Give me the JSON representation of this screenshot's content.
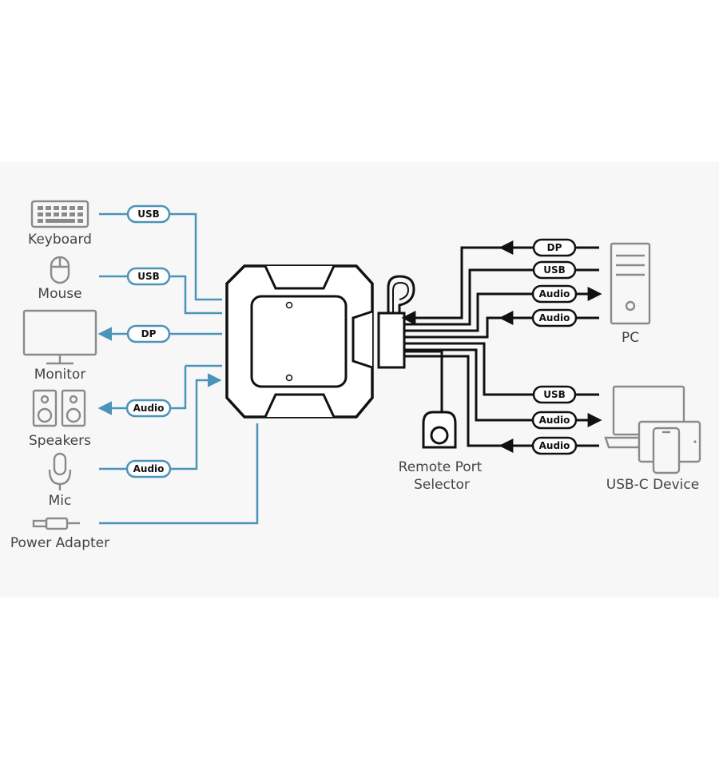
{
  "devices": {
    "keyboard": "Keyboard",
    "mouse": "Mouse",
    "monitor": "Monitor",
    "speakers": "Speakers",
    "mic": "Mic",
    "power_adapter": "Power Adapter",
    "remote_line1": "Remote Port",
    "remote_line2": "Selector",
    "pc": "PC",
    "usbc_device": "USB-C Device"
  },
  "left_tags": {
    "keyboard": "USB",
    "mouse": "USB",
    "monitor": "DP",
    "speakers": "Audio",
    "mic": "Audio"
  },
  "right_tags": {
    "pc_dp": "DP",
    "pc_usb": "USB",
    "pc_audio_out": "Audio",
    "pc_audio_in": "Audio",
    "usbc_usb": "USB",
    "usbc_audio_out": "Audio",
    "usbc_audio_in": "Audio"
  },
  "colors": {
    "console_cable": "#4b93b8",
    "computer_cable": "#111111",
    "icon_gray": "#8a8a8a",
    "background": "#f7f7f7"
  }
}
